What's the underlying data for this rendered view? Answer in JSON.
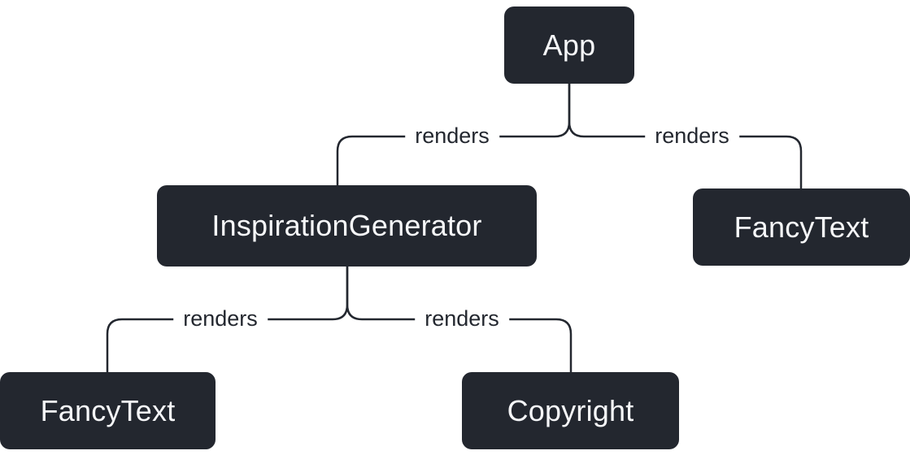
{
  "colors": {
    "node_bg": "#23272F",
    "node_text": "#F6F7F9",
    "edge": "#23272F",
    "label_text": "#23272F",
    "background": "#FFFFFF"
  },
  "nodes": {
    "app": {
      "label": "App"
    },
    "inspiration_generator": {
      "label": "InspirationGenerator"
    },
    "fancy_text_right": {
      "label": "FancyText"
    },
    "fancy_text_left": {
      "label": "FancyText"
    },
    "copyright": {
      "label": "Copyright"
    }
  },
  "edges": {
    "app_to_inspiration": {
      "from": "App",
      "to": "InspirationGenerator",
      "label": "renders"
    },
    "app_to_fancytext": {
      "from": "App",
      "to": "FancyText",
      "label": "renders"
    },
    "inspiration_to_fancytext": {
      "from": "InspirationGenerator",
      "to": "FancyText",
      "label": "renders"
    },
    "inspiration_to_copyright": {
      "from": "InspirationGenerator",
      "to": "Copyright",
      "label": "renders"
    }
  }
}
